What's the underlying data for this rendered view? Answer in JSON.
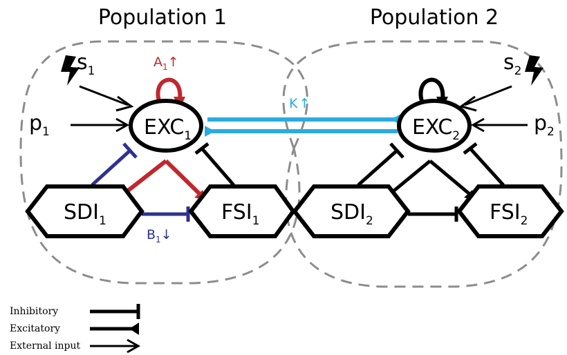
{
  "titles": {
    "population_1": "Population 1",
    "population_2": "Population 2"
  },
  "nodes": {
    "exc_1": {
      "main": "EXC",
      "sub": "1"
    },
    "sdi_1": {
      "main": "SDI",
      "sub": "1"
    },
    "fsi_1": {
      "main": "FSI",
      "sub": "1"
    },
    "exc_2": {
      "main": "EXC",
      "sub": "2"
    },
    "sdi_2": {
      "main": "SDI",
      "sub": "2"
    },
    "fsi_2": {
      "main": "FSI",
      "sub": "2"
    }
  },
  "inputs": {
    "s_1": {
      "main": "s",
      "sub": "1"
    },
    "p_1": {
      "main": "p",
      "sub": "1"
    },
    "s_2": {
      "main": "s",
      "sub": "2"
    },
    "p_2": {
      "main": "p",
      "sub": "2"
    }
  },
  "parameters": {
    "a_1": {
      "main": "A",
      "sub": "1",
      "arrow": "↑"
    },
    "b_1": {
      "main": "B",
      "sub": "1",
      "arrow": "↓"
    },
    "k": {
      "main": "K",
      "arrow": "↑"
    }
  },
  "legend": {
    "inhibitory": "Inhibitory",
    "excitatory": "Excitatory",
    "external_input": "External input"
  },
  "colors": {
    "black": "#000000",
    "red": "#c1272d",
    "blue": "#2e3192",
    "cyan": "#29abe2",
    "grey_dash": "#8c8c8c"
  }
}
